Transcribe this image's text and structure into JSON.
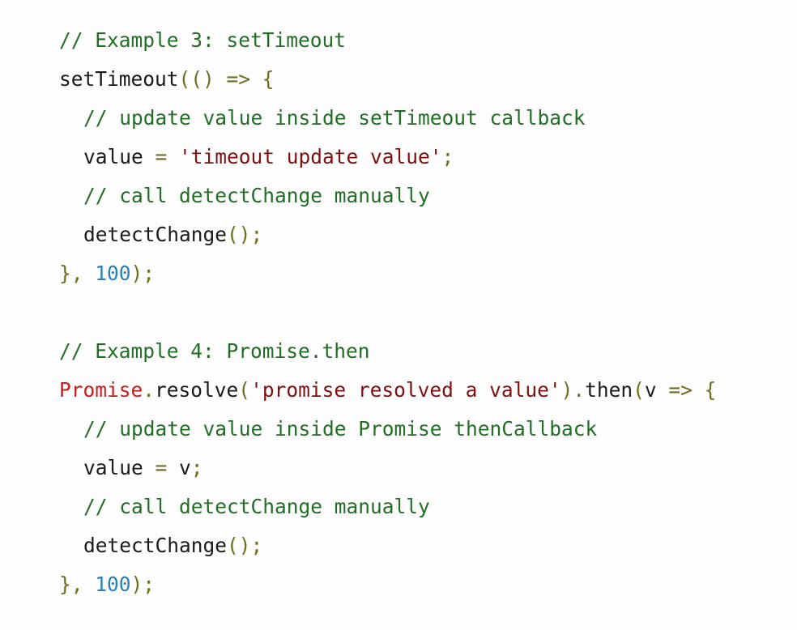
{
  "colors": {
    "comment": "#236e25",
    "punctuation": "#6e6e1e",
    "string": "#7e1010",
    "number": "#2b7fb8",
    "builtin": "#c91b1b",
    "plain": "#1a1a1a",
    "background": "#fdfdfd"
  },
  "lines": [
    [
      {
        "cls": "comment",
        "text": "// Example 3: setTimeout"
      }
    ],
    [
      {
        "cls": "plain",
        "text": "setTimeout"
      },
      {
        "cls": "punct",
        "text": "(() => {"
      }
    ],
    [
      {
        "cls": "comment",
        "text": "// update value inside setTimeout callback"
      }
    ],
    [
      {
        "cls": "plain",
        "text": "value "
      },
      {
        "cls": "punct",
        "text": "= "
      },
      {
        "cls": "string",
        "text": "'timeout update value'"
      },
      {
        "cls": "punct",
        "text": ";"
      }
    ],
    [
      {
        "cls": "comment",
        "text": "// call detectChange manually"
      }
    ],
    [
      {
        "cls": "plain",
        "text": "detectChange"
      },
      {
        "cls": "punct",
        "text": "();"
      }
    ],
    [
      {
        "cls": "punct",
        "text": "}, "
      },
      {
        "cls": "number",
        "text": "100"
      },
      {
        "cls": "punct",
        "text": ");"
      }
    ],
    [],
    [
      {
        "cls": "comment",
        "text": "// Example 4: Promise.then"
      }
    ],
    [
      {
        "cls": "builtin",
        "text": "Promise"
      },
      {
        "cls": "punct",
        "text": "."
      },
      {
        "cls": "plain",
        "text": "resolve"
      },
      {
        "cls": "punct",
        "text": "("
      },
      {
        "cls": "string",
        "text": "'promise resolved a value'"
      },
      {
        "cls": "punct",
        "text": ")."
      },
      {
        "cls": "plain",
        "text": "then"
      },
      {
        "cls": "punct",
        "text": "("
      },
      {
        "cls": "plain",
        "text": "v "
      },
      {
        "cls": "punct",
        "text": "=> {"
      }
    ],
    [
      {
        "cls": "comment",
        "text": "// update value inside Promise thenCallback"
      }
    ],
    [
      {
        "cls": "plain",
        "text": "value "
      },
      {
        "cls": "punct",
        "text": "= "
      },
      {
        "cls": "plain",
        "text": "v"
      },
      {
        "cls": "punct",
        "text": ";"
      }
    ],
    [
      {
        "cls": "comment",
        "text": "// call detectChange manually"
      }
    ],
    [
      {
        "cls": "plain",
        "text": "detectChange"
      },
      {
        "cls": "punct",
        "text": "();"
      }
    ],
    [
      {
        "cls": "punct",
        "text": "}, "
      },
      {
        "cls": "number",
        "text": "100"
      },
      {
        "cls": "punct",
        "text": ");"
      }
    ]
  ]
}
